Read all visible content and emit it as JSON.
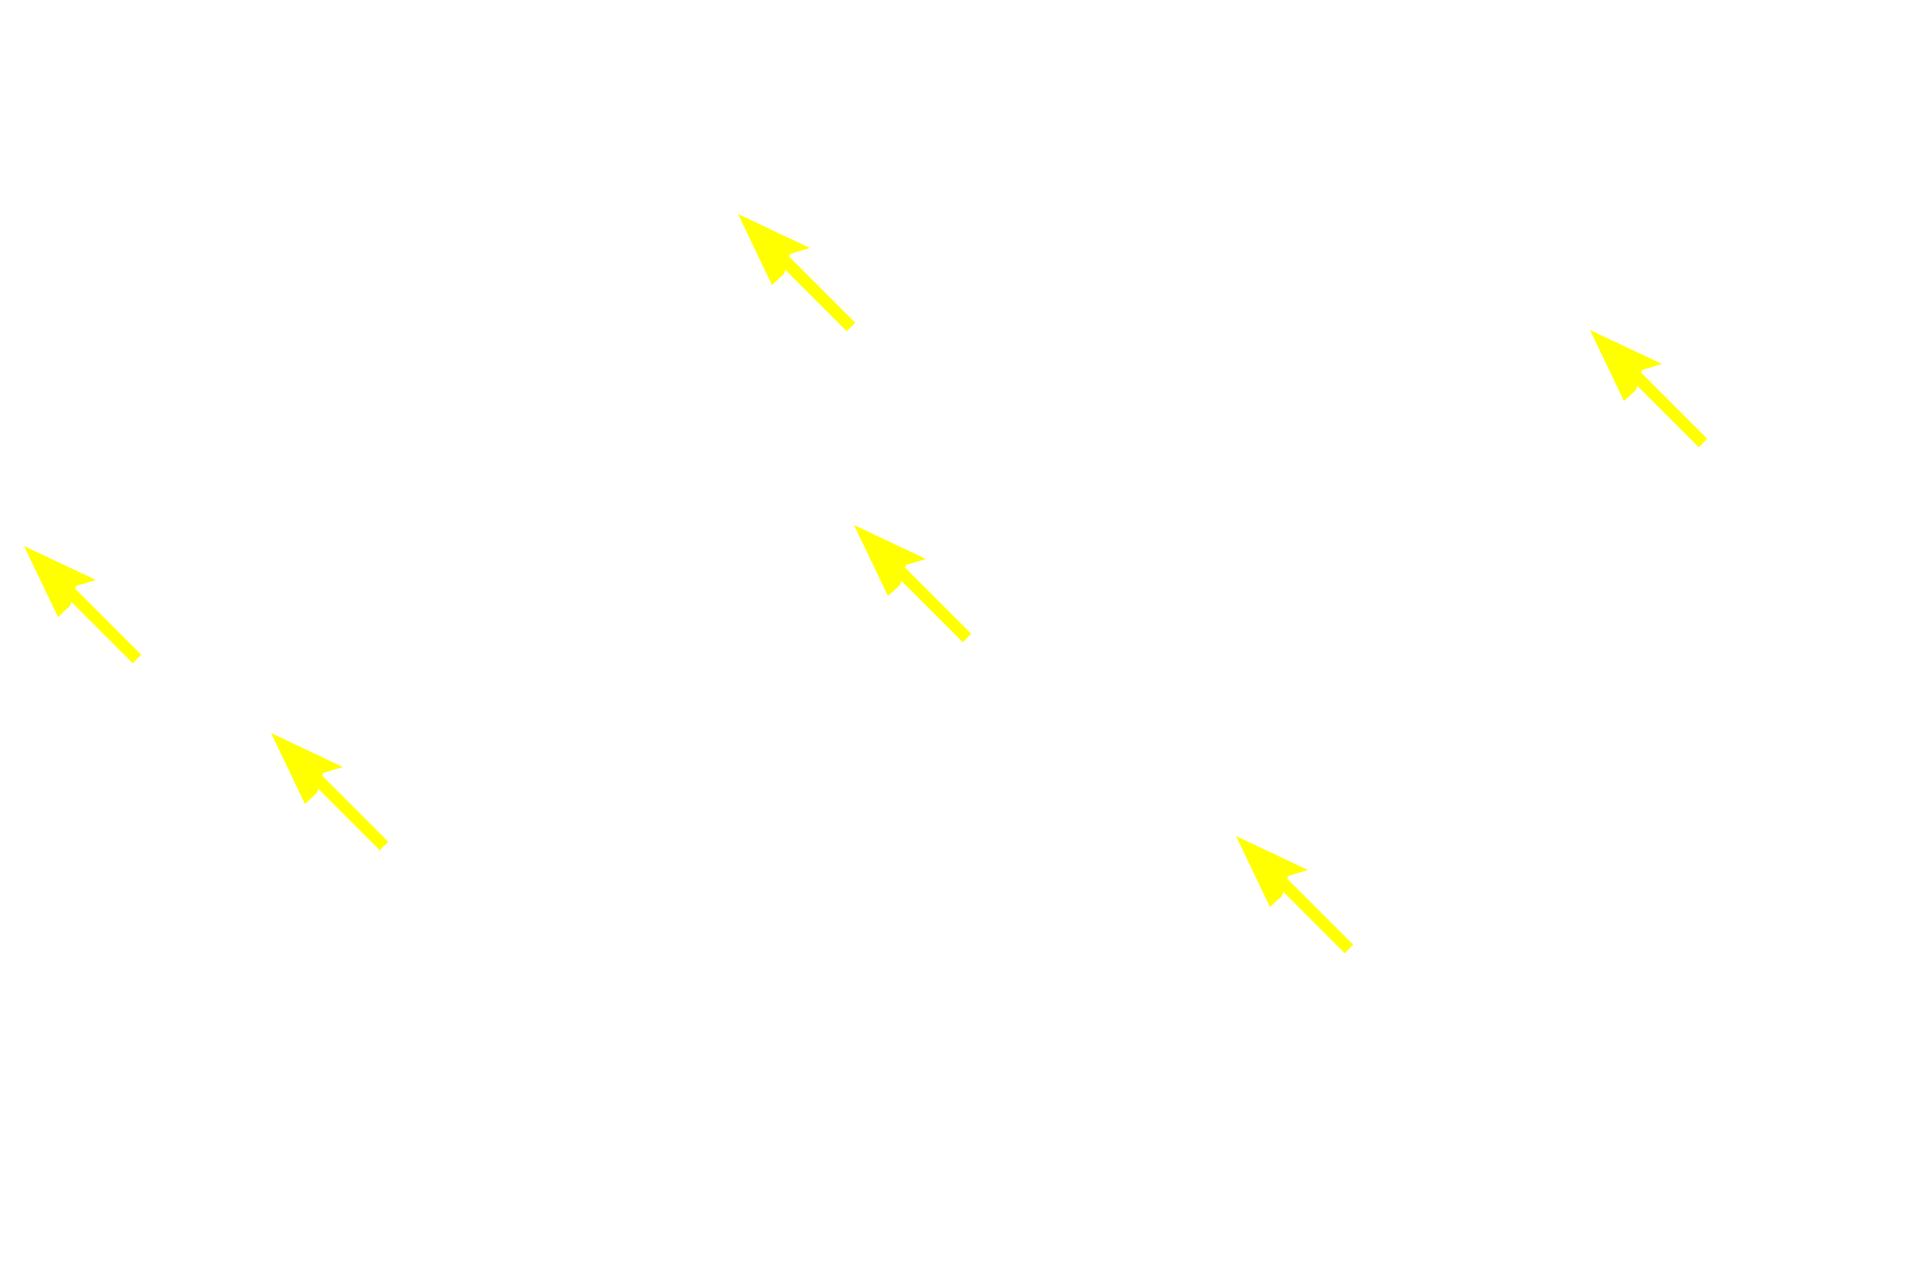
{
  "background": "#ffffff",
  "arrow_color": "#ffff00",
  "arrows": [
    {
      "id": "arrow-1",
      "icon": "arrow-up-left-icon"
    },
    {
      "id": "arrow-2",
      "icon": "arrow-up-left-icon"
    },
    {
      "id": "arrow-3",
      "icon": "arrow-up-left-icon"
    },
    {
      "id": "arrow-4",
      "icon": "arrow-up-left-icon"
    },
    {
      "id": "arrow-5",
      "icon": "arrow-up-left-icon"
    },
    {
      "id": "arrow-6",
      "icon": "arrow-up-left-icon"
    }
  ]
}
